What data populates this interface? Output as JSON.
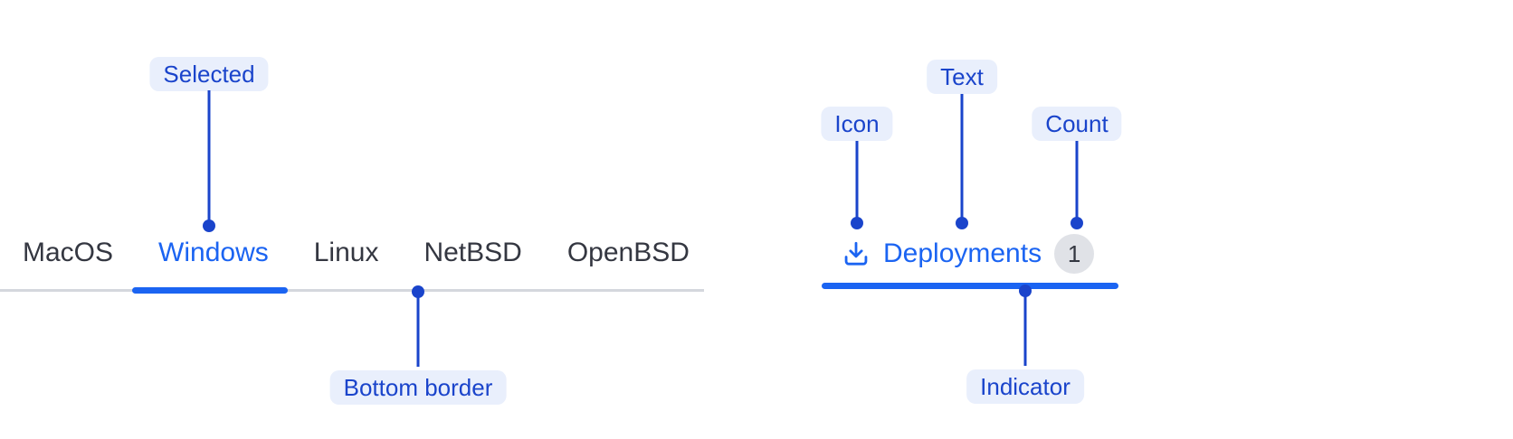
{
  "colors": {
    "component_blue": "#1b64f2",
    "annotation_blue": "#1a44cb",
    "annotation_pill_bg": "#e9effc",
    "tab_text": "#343741",
    "tab_bar_border_gray": "#d4d7dd",
    "count_badge_bg": "#e0e2e7",
    "background": "#ffffff"
  },
  "tab_bar": {
    "tabs": [
      {
        "label": "MacOS",
        "selected": false
      },
      {
        "label": "Windows",
        "selected": true
      },
      {
        "label": "Linux",
        "selected": false
      },
      {
        "label": "NetBSD",
        "selected": false
      },
      {
        "label": "OpenBSD",
        "selected": false
      }
    ]
  },
  "rich_tab": {
    "icon": "download-icon",
    "label": "Deployments",
    "count": "1"
  },
  "annotations": {
    "selected": {
      "label": "Selected"
    },
    "bottom_border": {
      "label": "Bottom border"
    },
    "icon": {
      "label": "Icon"
    },
    "text": {
      "label": "Text"
    },
    "count": {
      "label": "Count"
    },
    "indicator": {
      "label": "Indicator"
    }
  }
}
